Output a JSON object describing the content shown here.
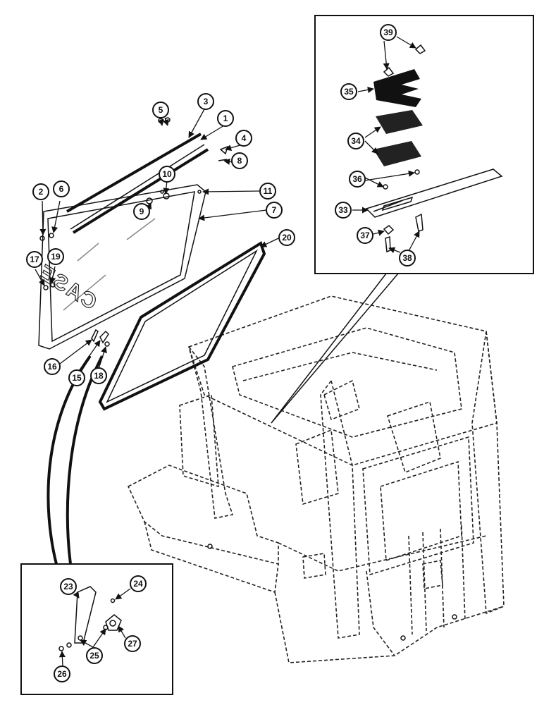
{
  "diagram": {
    "logo_text": "CASE",
    "callouts": {
      "c1": "1",
      "c2": "2",
      "c3": "3",
      "c4": "4",
      "c5": "5",
      "c6": "6",
      "c7": "7",
      "c8": "8",
      "c9": "9",
      "c10": "10",
      "c11": "11",
      "c15": "15",
      "c16": "16",
      "c17": "17",
      "c18": "18",
      "c19": "19",
      "c20": "20",
      "c23": "23",
      "c24": "24",
      "c25": "25",
      "c26": "26",
      "c27": "27",
      "c33": "33",
      "c34": "34",
      "c35": "35",
      "c36": "36",
      "c37": "37",
      "c38": "38",
      "c39": "39"
    }
  }
}
